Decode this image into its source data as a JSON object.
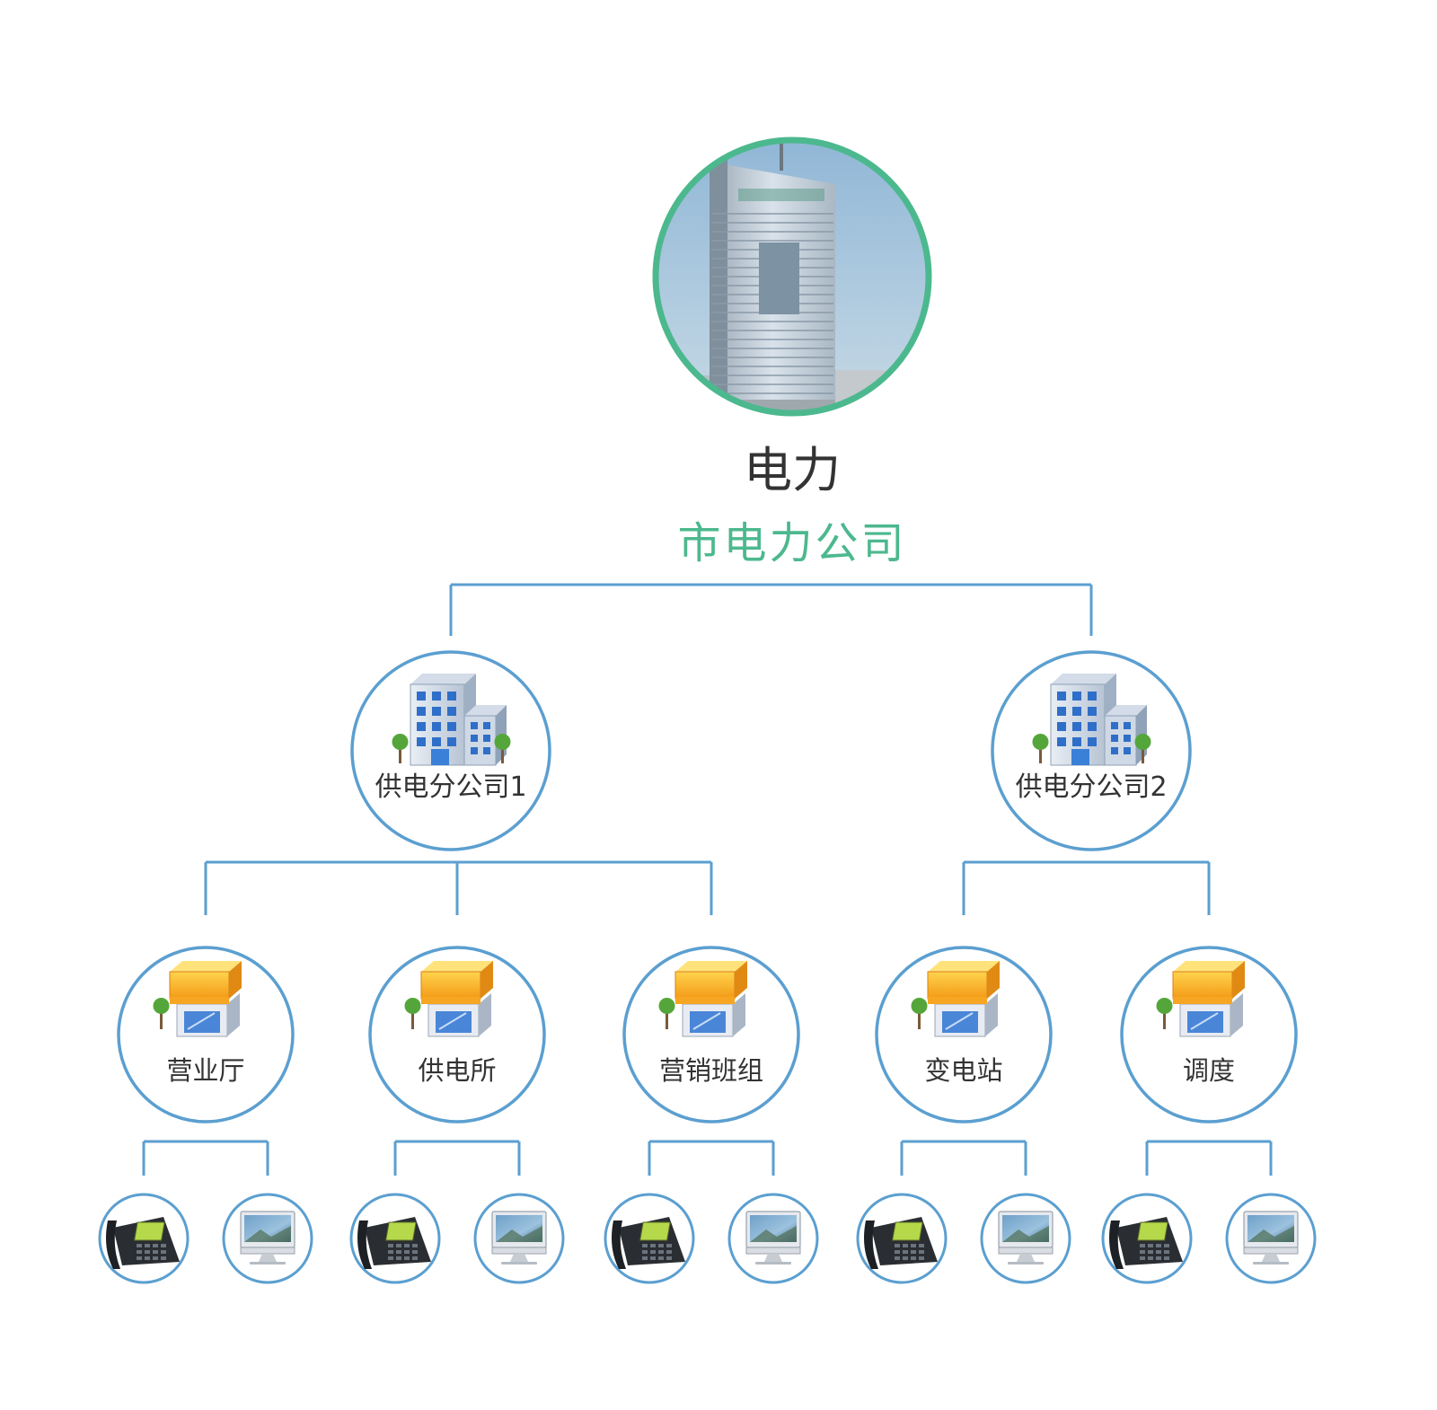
{
  "colors": {
    "connector": "#5b9fd0",
    "node_border": "#5b9fd0",
    "root_border": "#4cb88e",
    "title_text": "#333333",
    "subtitle_text": "#4cb88e"
  },
  "root": {
    "title": "电力",
    "subtitle": "市电力公司",
    "icon": "office-tower-photo"
  },
  "branches": [
    {
      "label": "供电分公司1",
      "icon": "office-building-icon",
      "children": [
        {
          "label": "营业厅",
          "icon": "store-icon",
          "devices": [
            "desk-phone-icon",
            "desktop-computer-icon"
          ]
        },
        {
          "label": "供电所",
          "icon": "store-icon",
          "devices": [
            "desk-phone-icon",
            "desktop-computer-icon"
          ]
        },
        {
          "label": "营销班组",
          "icon": "store-icon",
          "devices": [
            "desk-phone-icon",
            "desktop-computer-icon"
          ]
        }
      ]
    },
    {
      "label": "供电分公司2",
      "icon": "office-building-icon",
      "children": [
        {
          "label": "变电站",
          "icon": "store-icon",
          "devices": [
            "desk-phone-icon",
            "desktop-computer-icon"
          ]
        },
        {
          "label": "调度",
          "icon": "store-icon",
          "devices": [
            "desk-phone-icon",
            "desktop-computer-icon"
          ]
        }
      ]
    }
  ]
}
